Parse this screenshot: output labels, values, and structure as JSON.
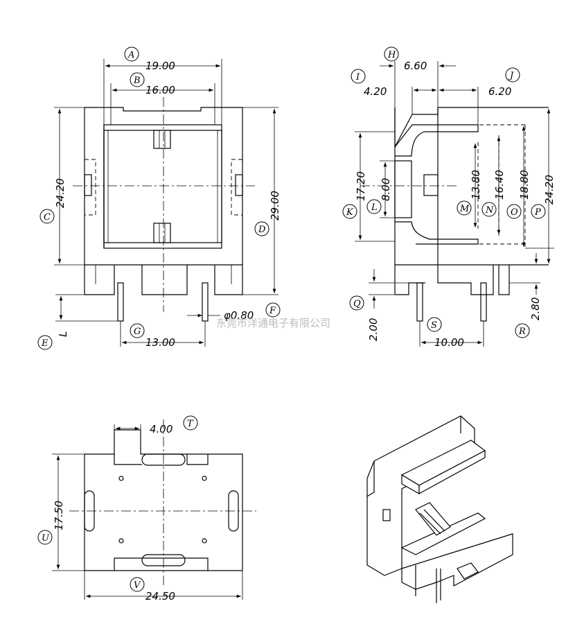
{
  "watermark": "东莞市洋通电子有限公司",
  "dimensions": {
    "A": {
      "letter": "A",
      "value": "19.00"
    },
    "B": {
      "letter": "B",
      "value": "16.00"
    },
    "C": {
      "letter": "C",
      "value": "24.20"
    },
    "D": {
      "letter": "D",
      "value": "29.00"
    },
    "E": {
      "letter": "E",
      "value": "L"
    },
    "F": {
      "letter": "F",
      "value": "φ0.80"
    },
    "G": {
      "letter": "G",
      "value": "13.00"
    },
    "H": {
      "letter": "H",
      "value": "6.60"
    },
    "I": {
      "letter": "I",
      "value": "4.20"
    },
    "J": {
      "letter": "J",
      "value": "6.20"
    },
    "K": {
      "letter": "K",
      "value": "17.20"
    },
    "L": {
      "letter": "L",
      "value": "8.00"
    },
    "M": {
      "letter": "M",
      "value": "13.80"
    },
    "N": {
      "letter": "N",
      "value": "16.40"
    },
    "O": {
      "letter": "O",
      "value": "18.80"
    },
    "P": {
      "letter": "P",
      "value": "24.20"
    },
    "Q": {
      "letter": "Q",
      "value": "2.00"
    },
    "R": {
      "letter": "R",
      "value": "2.80"
    },
    "S": {
      "letter": "S",
      "value": "10.00"
    },
    "T": {
      "letter": "T",
      "value": "4.00"
    },
    "U": {
      "letter": "U",
      "value": "17.50"
    },
    "V": {
      "letter": "V",
      "value": "24.50"
    }
  }
}
